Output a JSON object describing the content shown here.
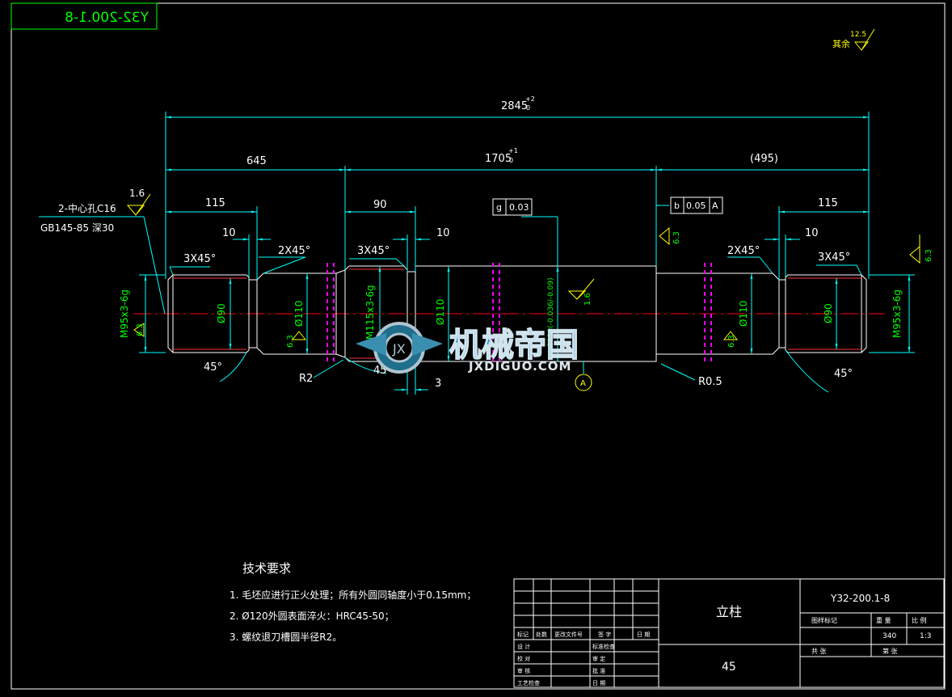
{
  "drawing_code_mirrored": "Y32-200.1-8",
  "roughness_other": {
    "label": "其余",
    "value": "12.5"
  },
  "dims": {
    "overall": "2845",
    "overall_tol_upper": "+2",
    "overall_tol_lower": "0",
    "left_section": "645",
    "middle_section": "1705",
    "middle_tol_upper": "+1",
    "middle_tol_lower": "0",
    "right_section": "(495)",
    "left_thread_len": "115",
    "left_chamfer": "3X45°",
    "left_groove": "10",
    "left_step_chamfer": "2X45°",
    "mid_left_len": "90",
    "mid_left_chamfer": "3X45°",
    "mid_left_groove": "10",
    "right_thread_len": "115",
    "right_groove": "10",
    "right_step_chamfer": "2X45°",
    "right_chamfer": "3X45°",
    "left_thread": "M95x3-6g",
    "left_dia": "Ø90",
    "left_step_dia": "Ø110",
    "mid_thread": "M115x3-6g",
    "mid_dia": "Ø110",
    "main_dia": "Ø120(-0.036/-0.09)",
    "right_step_dia": "Ø110",
    "right_dia": "Ø90",
    "right_thread": "M95x3-6g",
    "angle_left": "45°",
    "angle_mid": "45°",
    "angle_right": "45°",
    "radius_left": "R2",
    "radius_right": "R0.5",
    "small_gap": "3",
    "datum": "A"
  },
  "center_hole_note": {
    "line1": "2-中心孔C16",
    "line2": "GB145-85  深30"
  },
  "roughness": {
    "r1": "1.6",
    "r2": "6.3",
    "r3": "6.3",
    "r4": "6.3",
    "r5": "1.6",
    "r6": "6.3",
    "r7": "6.3"
  },
  "gdt": {
    "g1": {
      "symbol": "g",
      "value": "0.03"
    },
    "g2": {
      "symbol": "b",
      "value": "0.05",
      "datum": "A"
    }
  },
  "watermark": {
    "text": "机械帝国",
    "sub": "JXDIGUO.COM"
  },
  "tech_requirements": {
    "title": "技术要求",
    "items": [
      "1. 毛坯应进行正火处理；所有外圆同轴度小于0.15mm；",
      "2. Ø120外圆表面淬火：HRC45-50；",
      "3. 螺纹退刀槽圆半径R2。"
    ]
  },
  "title_block": {
    "part_name": "立柱",
    "material": "45",
    "drawing_code": "Y32-200.1-8",
    "stage_label": "图样标记",
    "weight_label": "重 量",
    "scale_label": "比 例",
    "weight": "340",
    "scale": "1:3",
    "sheet_label": "共   张",
    "sheet_of_label": "第   张",
    "rev_headers": [
      "标记",
      "处数",
      "更改文件号",
      "签 字",
      "日 期"
    ],
    "sign_rows": [
      {
        "a": "设 计",
        "b": "标准检查"
      },
      {
        "a": "校 对",
        "b": "审 定"
      },
      {
        "a": "审 核",
        "b": "批 准"
      },
      {
        "a": "工艺检查",
        "b": "日 期"
      }
    ]
  }
}
